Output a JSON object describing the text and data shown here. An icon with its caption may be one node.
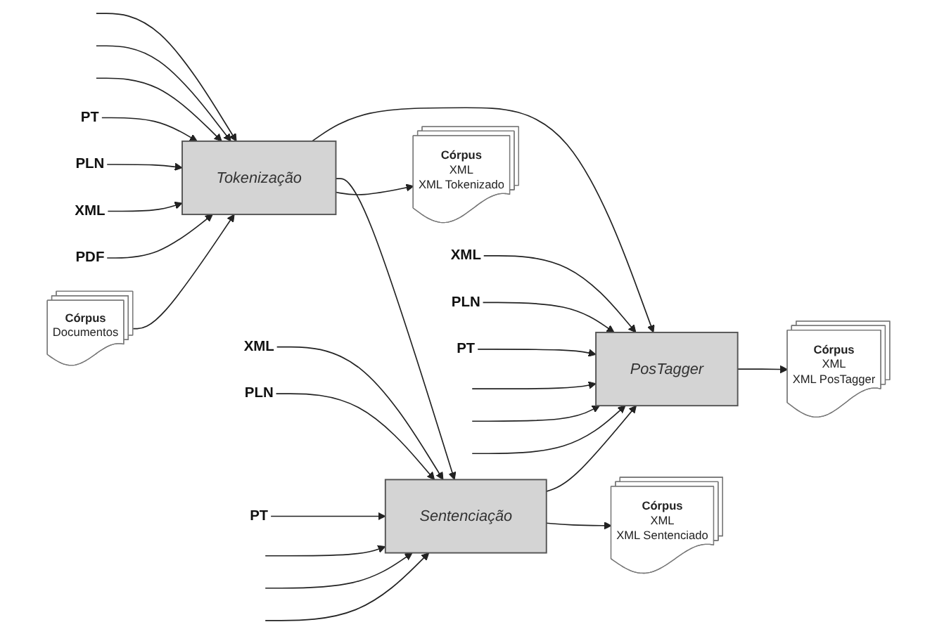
{
  "diagram": {
    "nodes": [
      {
        "text": [
          "Córpus",
          "Documentos"
        ]
      },
      {
        "text": [
          "PDF"
        ]
      },
      {
        "text": [
          "XML"
        ]
      },
      {
        "text": [
          "PLN"
        ]
      },
      {
        "text": [
          "PT"
        ]
      },
      {
        "text": [
          "Tokenização"
        ]
      },
      {
        "text": [
          "Córpus",
          "XML",
          "XML Tokenizado"
        ]
      },
      {
        "text": [
          "XML"
        ]
      },
      {
        "text": [
          "PLN"
        ]
      },
      {
        "text": [
          "PT"
        ]
      },
      {
        "text": [
          "Sentenciação"
        ]
      },
      {
        "text": [
          "Córpus",
          "XML",
          "XML Sentenciado"
        ]
      },
      {
        "text": [
          "XML"
        ]
      },
      {
        "text": [
          "PLN"
        ]
      },
      {
        "text": [
          "PT"
        ]
      },
      {
        "text": [
          "PosTagger"
        ]
      },
      {
        "text": [
          "Córpus",
          "XML",
          "XML PosTagger"
        ]
      }
    ],
    "edges": [
      {
        "from": 0,
        "to": 5,
        "arrow": "to"
      },
      {
        "from": 1,
        "to": 5,
        "arrow": "to"
      },
      {
        "from": 2,
        "to": 5,
        "arrow": "to"
      },
      {
        "from": 3,
        "to": 5,
        "arrow": "to"
      },
      {
        "from": 4,
        "to": 5,
        "arrow": "to"
      },
      {
        "from": null,
        "to": 5,
        "arrow": "to"
      },
      {
        "from": null,
        "to": 5,
        "arrow": "to"
      },
      {
        "from": null,
        "to": 5,
        "arrow": "to"
      },
      {
        "from": 5,
        "to": 6,
        "arrow": "to"
      },
      {
        "from": 5,
        "to": 10,
        "arrow": "to"
      },
      {
        "from": 5,
        "to": 15,
        "arrow": "to"
      },
      {
        "from": 7,
        "to": 10,
        "arrow": "to"
      },
      {
        "from": 8,
        "to": 10,
        "arrow": "to"
      },
      {
        "from": 9,
        "to": 10,
        "arrow": "to"
      },
      {
        "from": null,
        "to": 10,
        "arrow": "to"
      },
      {
        "from": null,
        "to": 10,
        "arrow": "to"
      },
      {
        "from": null,
        "to": 10,
        "arrow": "to"
      },
      {
        "from": 10,
        "to": 11,
        "arrow": "to"
      },
      {
        "from": 10,
        "to": 15,
        "arrow": "to"
      },
      {
        "from": 12,
        "to": 15,
        "arrow": "to"
      },
      {
        "from": 13,
        "to": 15,
        "arrow": "to"
      },
      {
        "from": 14,
        "to": 15,
        "arrow": "to"
      },
      {
        "from": null,
        "to": 15,
        "arrow": "to"
      },
      {
        "from": null,
        "to": 15,
        "arrow": "to"
      },
      {
        "from": null,
        "to": 15,
        "arrow": "to"
      },
      {
        "from": 15,
        "to": 16,
        "arrow": "to"
      }
    ]
  }
}
